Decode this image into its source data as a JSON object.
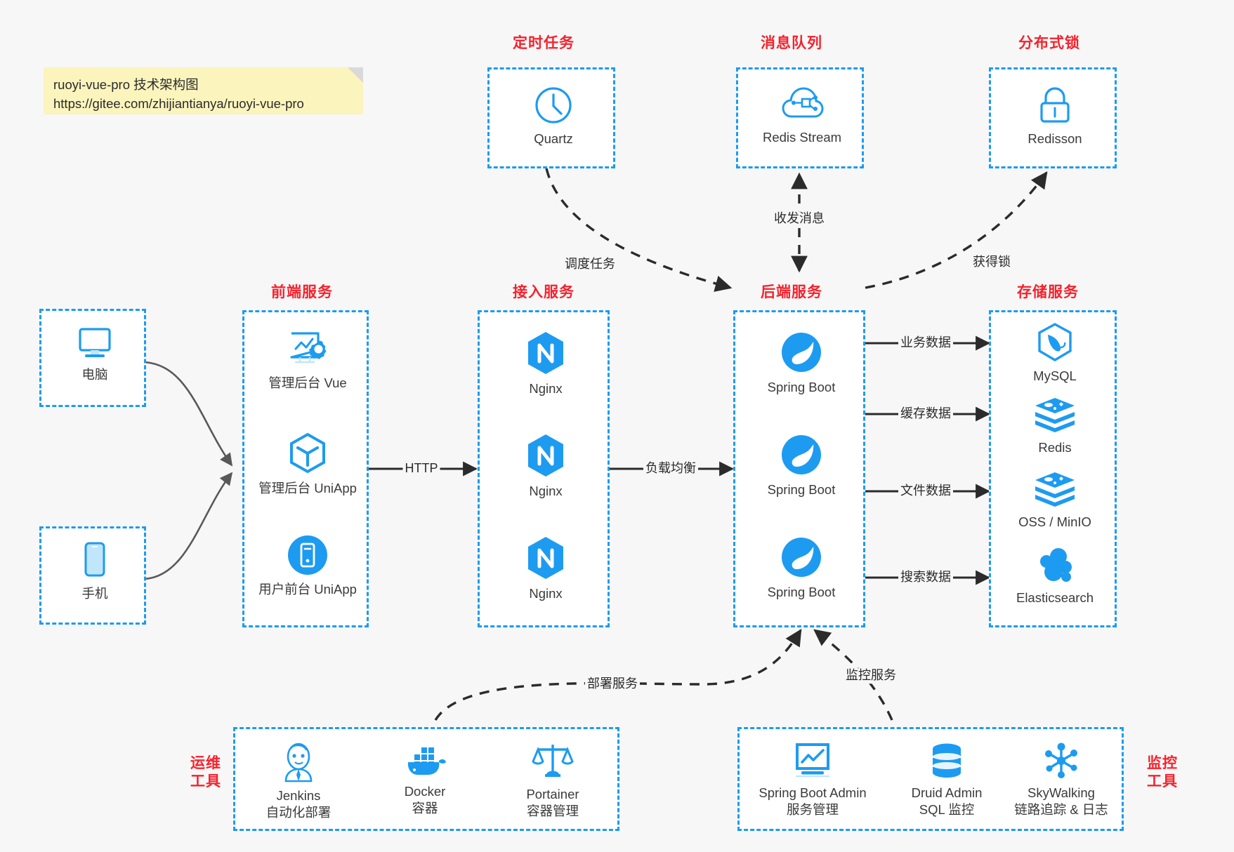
{
  "note": {
    "line1": "ruoyi-vue-pro 技术架构图",
    "line2": "https://gitee.com/zhijiantianya/ruoyi-vue-pro"
  },
  "colors": {
    "accent": "#1d9bf0",
    "title": "#f5222d",
    "text": "#3a3a3a",
    "edge": "#2b2b2b",
    "client_edge": "#595959",
    "background": "#f7f7f7",
    "note_bg": "#fbf4bd"
  },
  "groups": {
    "scheduler": {
      "title": "定时任务"
    },
    "mq": {
      "title": "消息队列"
    },
    "lock": {
      "title": "分布式锁"
    },
    "frontend": {
      "title": "前端服务"
    },
    "gateway": {
      "title": "接入服务"
    },
    "backend": {
      "title": "后端服务"
    },
    "storage": {
      "title": "存储服务"
    },
    "devops": {
      "title": "运维\n工具",
      "title_l1": "运维",
      "title_l2": "工具"
    },
    "monitor": {
      "title": "监控\n工具",
      "title_l1": "监控",
      "title_l2": "工具"
    }
  },
  "clients": [
    {
      "icon": "monitor-icon",
      "label": "电脑"
    },
    {
      "icon": "phone-icon",
      "label": "手机"
    }
  ],
  "scheduler_nodes": [
    {
      "icon": "clock-icon",
      "label": "Quartz"
    }
  ],
  "mq_nodes": [
    {
      "icon": "cloud-network-icon",
      "label": "Redis Stream"
    }
  ],
  "lock_nodes": [
    {
      "icon": "padlock-icon",
      "label": "Redisson"
    }
  ],
  "frontend_nodes": [
    {
      "icon": "dashboard-gear-icon",
      "label": "管理后台 Vue"
    },
    {
      "icon": "cube-icon",
      "label": "管理后台 UniApp"
    },
    {
      "icon": "mobile-circle-icon",
      "label": "用户前台 UniApp"
    }
  ],
  "gateway_nodes": [
    {
      "icon": "nginx-icon",
      "label": "Nginx"
    },
    {
      "icon": "nginx-icon",
      "label": "Nginx"
    },
    {
      "icon": "nginx-icon",
      "label": "Nginx"
    }
  ],
  "backend_nodes": [
    {
      "icon": "spring-leaf-icon",
      "label": "Spring Boot"
    },
    {
      "icon": "spring-leaf-icon",
      "label": "Spring Boot"
    },
    {
      "icon": "spring-leaf-icon",
      "label": "Spring Boot"
    }
  ],
  "storage_nodes": [
    {
      "icon": "mysql-dolphin-icon",
      "label": "MySQL"
    },
    {
      "icon": "redis-stack-icon",
      "label": "Redis"
    },
    {
      "icon": "redis-stack-icon",
      "label": "OSS / MinIO"
    },
    {
      "icon": "elasticsearch-icon",
      "label": "Elasticsearch"
    }
  ],
  "devops_nodes": [
    {
      "icon": "jenkins-butler-icon",
      "label": "Jenkins",
      "sub": "自动化部署"
    },
    {
      "icon": "docker-whale-icon",
      "label": "Docker",
      "sub": "容器"
    },
    {
      "icon": "scales-icon",
      "label": "Portainer",
      "sub": "容器管理"
    }
  ],
  "monitor_nodes": [
    {
      "icon": "chart-monitor-icon",
      "label": "Spring Boot Admin",
      "sub": "服务管理"
    },
    {
      "icon": "database-icon",
      "label": "Druid Admin",
      "sub": "SQL 监控"
    },
    {
      "icon": "skywalking-node-icon",
      "label": "SkyWalking",
      "sub": "链路追踪 & 日志"
    }
  ],
  "edges": [
    {
      "id": "http",
      "label": "HTTP",
      "from": "frontend",
      "to": "gateway",
      "style": "solid"
    },
    {
      "id": "lb",
      "label": "负载均衡",
      "from": "gateway",
      "to": "backend",
      "style": "solid"
    },
    {
      "id": "schedule",
      "label": "调度任务",
      "from": "scheduler",
      "to": "backend",
      "style": "dashed"
    },
    {
      "id": "message",
      "label": "收发消息",
      "from": "backend",
      "to": "mq",
      "style": "dashed-bidirectional"
    },
    {
      "id": "getlock",
      "label": "获得锁",
      "from": "backend",
      "to": "lock",
      "style": "dashed"
    },
    {
      "id": "biz",
      "label": "业务数据",
      "from": "backend",
      "to": "storage-mysql",
      "style": "solid"
    },
    {
      "id": "cache",
      "label": "缓存数据",
      "from": "backend",
      "to": "storage-redis",
      "style": "solid"
    },
    {
      "id": "file",
      "label": "文件数据",
      "from": "backend",
      "to": "storage-oss",
      "style": "solid"
    },
    {
      "id": "search",
      "label": "搜索数据",
      "from": "backend",
      "to": "storage-es",
      "style": "solid"
    },
    {
      "id": "deploy",
      "label": "部署服务",
      "from": "devops",
      "to": "backend",
      "style": "dashed"
    },
    {
      "id": "observe",
      "label": "监控服务",
      "from": "monitor",
      "to": "backend",
      "style": "dashed"
    }
  ]
}
